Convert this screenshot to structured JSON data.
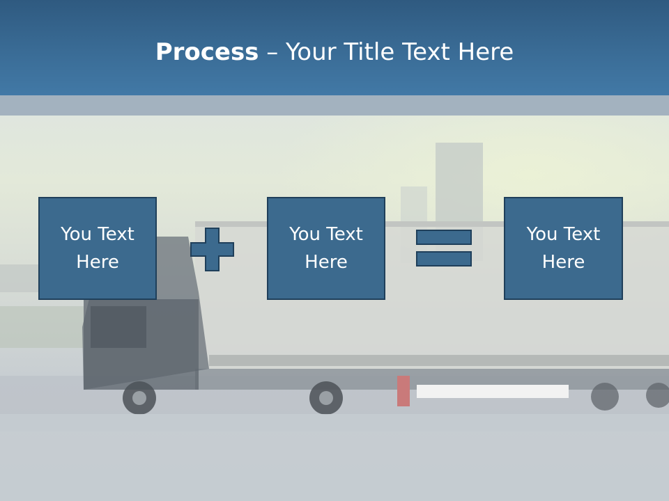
{
  "slide": {
    "title_strong": "Process",
    "title_rest": " – Your Title Text Here"
  },
  "process": {
    "boxes": [
      {
        "label": "You Text\nHere"
      },
      {
        "label": "You Text\nHere"
      },
      {
        "label": "You Text\nHere"
      }
    ],
    "operators": [
      "plus-icon",
      "equals-icon"
    ]
  },
  "colors": {
    "title_bar": "#3a6c96",
    "box_fill": "#3c6a8e",
    "box_border": "#1f3f5a",
    "operator_fill": "#3c6a8e",
    "text": "#ffffff"
  },
  "background": {
    "image_subject": "truck-photo"
  }
}
